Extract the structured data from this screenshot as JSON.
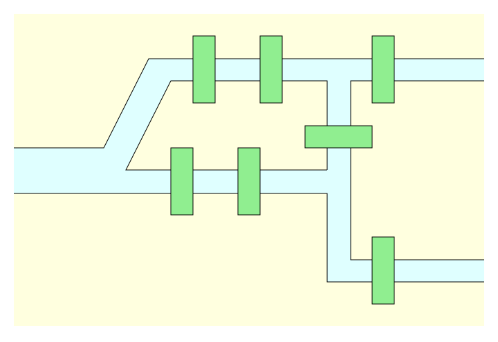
{
  "diagram": {
    "colors": {
      "page": "#ffffff",
      "background": "#ffffdf",
      "channel": "#dfffff",
      "block_fill": "#90ee90",
      "stroke": "#000000"
    },
    "shapes": {
      "channel": "flow-channel",
      "blocks": [
        "rectangle",
        "rectangle",
        "rectangle",
        "rectangle",
        "rectangle",
        "rectangle",
        "rectangle",
        "rectangle"
      ]
    }
  }
}
